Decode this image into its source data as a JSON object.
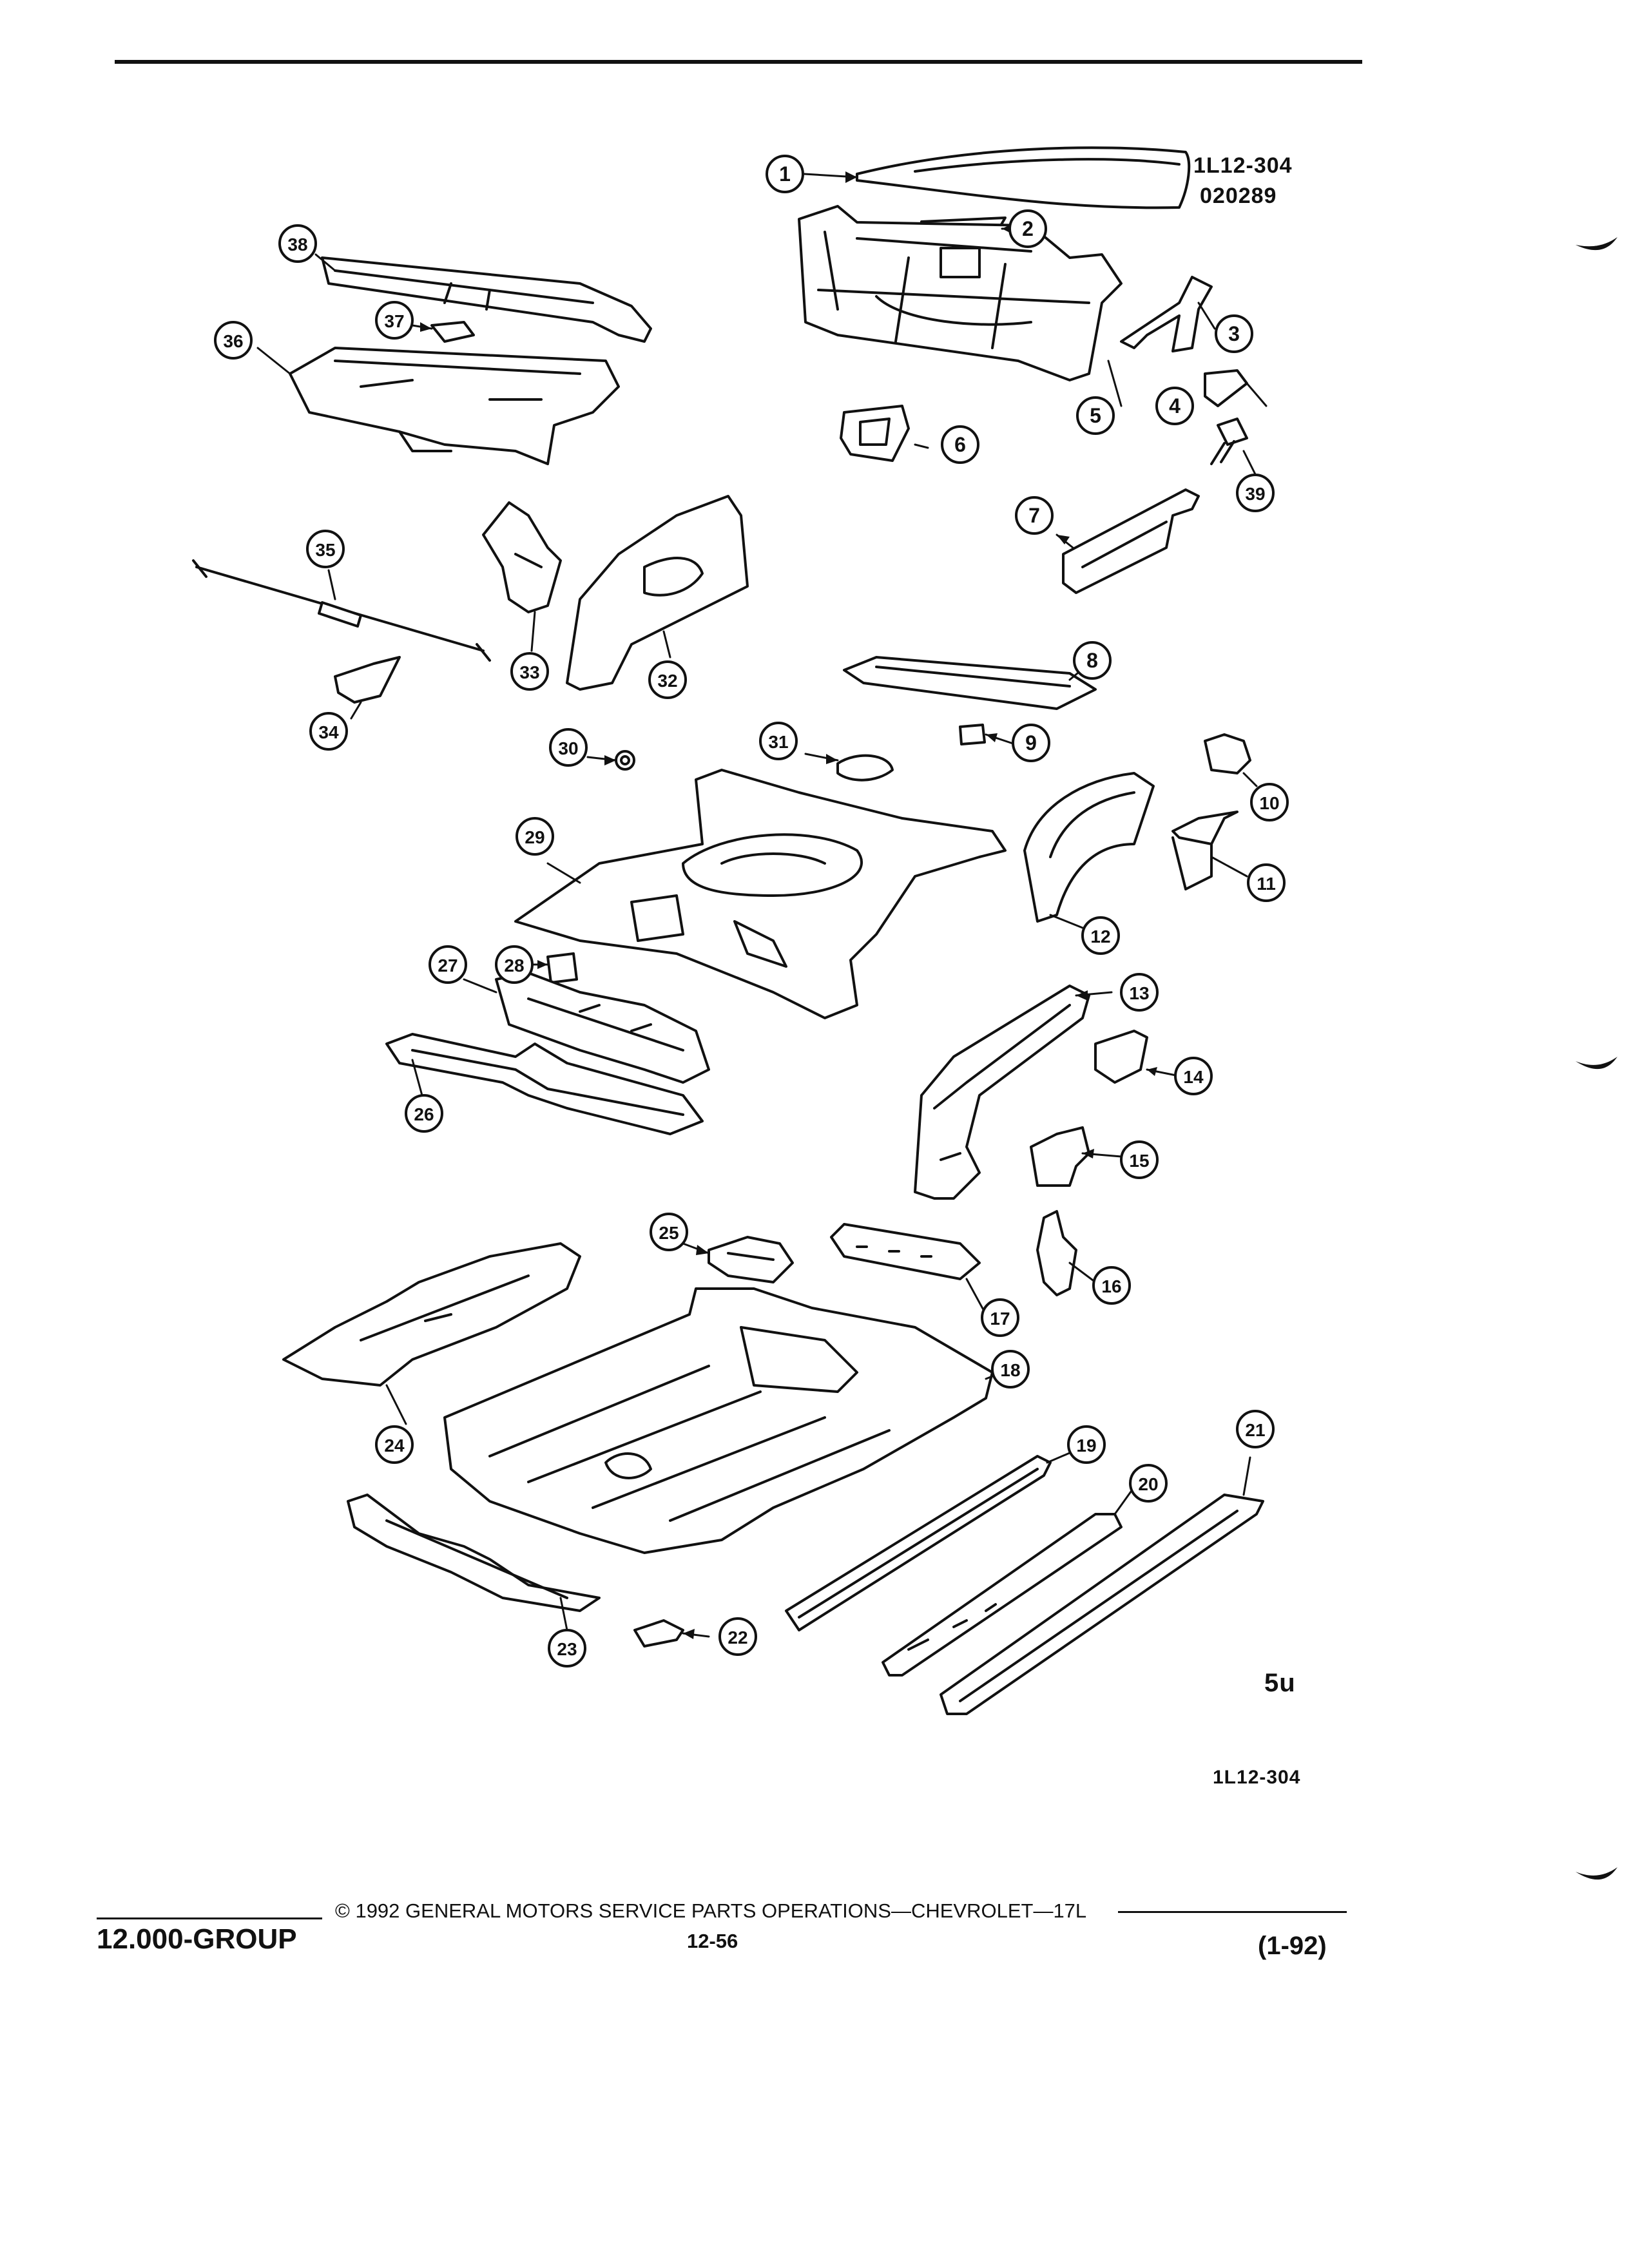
{
  "figure": {
    "drawing_id": "1L12-304",
    "drawing_date": "020289",
    "bottom_id": "1L12-304",
    "mark": "5u"
  },
  "callouts": [
    {
      "n": "1"
    },
    {
      "n": "2"
    },
    {
      "n": "3"
    },
    {
      "n": "4"
    },
    {
      "n": "5"
    },
    {
      "n": "6"
    },
    {
      "n": "7"
    },
    {
      "n": "8"
    },
    {
      "n": "9"
    },
    {
      "n": "10"
    },
    {
      "n": "11"
    },
    {
      "n": "12"
    },
    {
      "n": "13"
    },
    {
      "n": "14"
    },
    {
      "n": "15"
    },
    {
      "n": "16"
    },
    {
      "n": "17"
    },
    {
      "n": "18"
    },
    {
      "n": "19"
    },
    {
      "n": "20"
    },
    {
      "n": "21"
    },
    {
      "n": "22"
    },
    {
      "n": "23"
    },
    {
      "n": "24"
    },
    {
      "n": "25"
    },
    {
      "n": "26"
    },
    {
      "n": "27"
    },
    {
      "n": "28"
    },
    {
      "n": "29"
    },
    {
      "n": "30"
    },
    {
      "n": "31"
    },
    {
      "n": "32"
    },
    {
      "n": "33"
    },
    {
      "n": "34"
    },
    {
      "n": "35"
    },
    {
      "n": "36"
    },
    {
      "n": "37"
    },
    {
      "n": "38"
    },
    {
      "n": "39"
    }
  ],
  "footer": {
    "group": "12.000-GROUP",
    "copyright": "© 1992 GENERAL MOTORS SERVICE PARTS OPERATIONS—CHEVROLET—17L",
    "page": "12-56",
    "revision": "(1-92)"
  }
}
